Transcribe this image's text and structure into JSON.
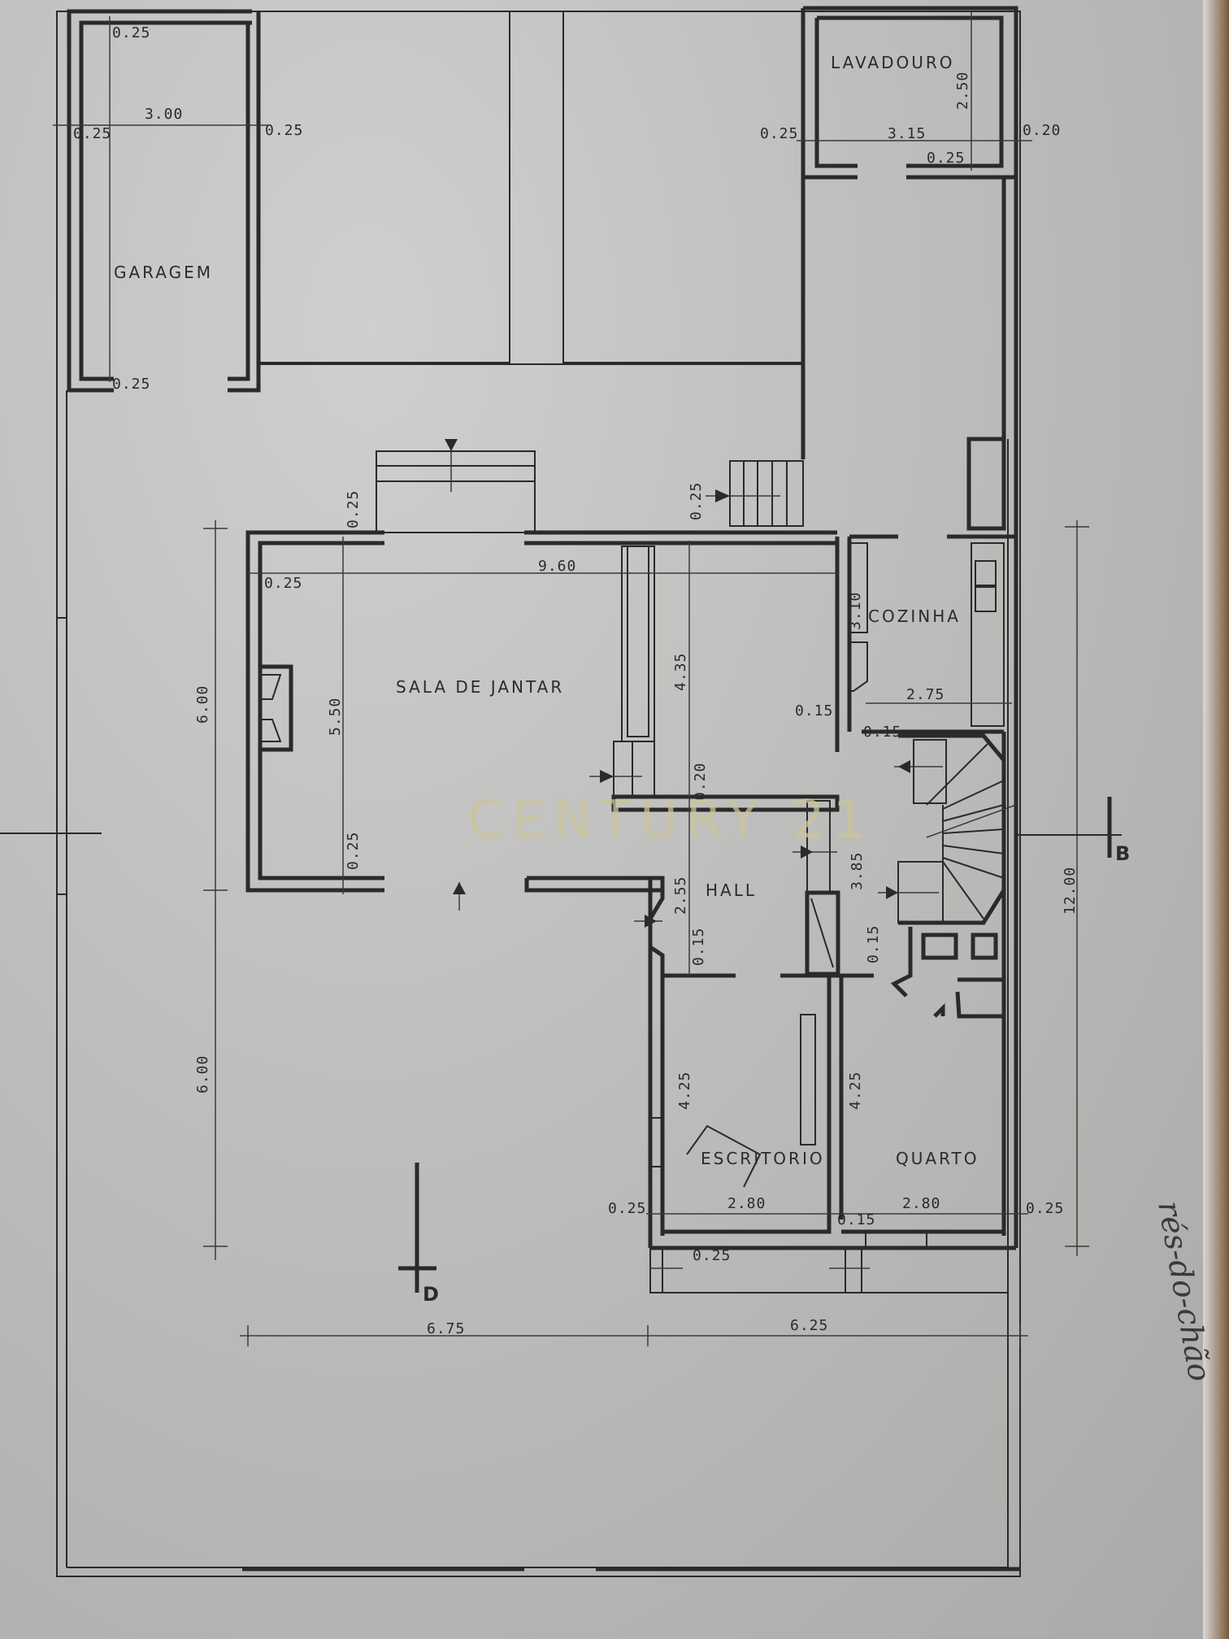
{
  "plan": {
    "floor_label": "rés-do-chão",
    "watermark": "CENTURY 21",
    "section_markers": [
      "B",
      "D"
    ],
    "rooms": [
      {
        "id": "garagem",
        "name": "GARAGEM"
      },
      {
        "id": "lavadouro",
        "name": "LAVADOURO"
      },
      {
        "id": "sala",
        "name": "SALA DE JANTAR"
      },
      {
        "id": "cozinha",
        "name": "COZINHA"
      },
      {
        "id": "hall",
        "name": "HALL"
      },
      {
        "id": "escritorio",
        "name": "ESCRITORIO"
      },
      {
        "id": "quarto",
        "name": "QUARTO"
      }
    ],
    "dimensions": {
      "garagem_wall_top": "0.25",
      "garagem_width": "3.00",
      "garagem_wall_left": "0.25",
      "garagem_wall_right": "0.25",
      "garagem_wall_bottom": "0.25",
      "lavadouro_width": "3.15",
      "lavadouro_depth": "2.50",
      "lavadouro_wall_left": "0.25",
      "lavadouro_wall_right": "0.20",
      "lavadouro_wall_bottom": "0.25",
      "sala_width": "9.60",
      "sala_depth": "5.50",
      "sala_wall_top": "0.25",
      "sala_wall_left": "0.25",
      "sala_wall_bottom": "0.25",
      "entry_wall": "0.25",
      "central_depth": "4.35",
      "central_wall": "0.20",
      "cozinha_depth": "3.10",
      "cozinha_width": "2.75",
      "cozinha_wall_left": "0.15",
      "cozinha_wall_bottom": "0.15",
      "hall_depth": "2.55",
      "hall_wall": "0.15",
      "stairs_depth": "3.85",
      "stairs_wall": "0.15",
      "escritorio_depth": "4.25",
      "escritorio_width": "2.80",
      "escritorio_wall_left": "0.25",
      "escritorio_wall_bottom": "0.25",
      "quarto_depth": "4.25",
      "quarto_width": "2.80",
      "quarto_wall_left": "0.15",
      "quarto_wall_right": "0.25",
      "left_upper": "6.00",
      "left_lower": "6.00",
      "right_total": "12.00",
      "bottom_left": "6.75",
      "bottom_right": "6.25"
    }
  }
}
